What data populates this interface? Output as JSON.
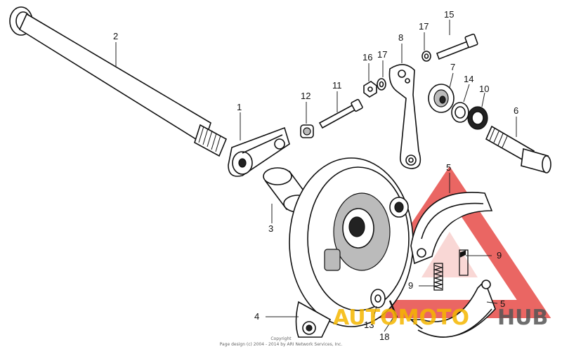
{
  "callouts": {
    "c1": "1",
    "c2": "2",
    "c3": "3",
    "c4": "4",
    "c5a": "5",
    "c5b": "5",
    "c6": "6",
    "c7": "7",
    "c8": "8",
    "c9a": "9",
    "c9b": "9",
    "c10": "10",
    "c11": "11",
    "c12": "12",
    "c13": "13",
    "c14": "14",
    "c15": "15",
    "c16": "16",
    "c17a": "17",
    "c17b": "17",
    "c18": "18"
  },
  "copyright": {
    "line1": "Copyright",
    "line2": "Page design (c) 2004 - 2014 by ARI Network Services, Inc."
  },
  "watermark": {
    "part1": "AUTOMOTO",
    "part2": "HUB",
    "color_primary": "#e3342f",
    "color_secondary": "#f5b700",
    "color_text_dark": "#555555"
  }
}
